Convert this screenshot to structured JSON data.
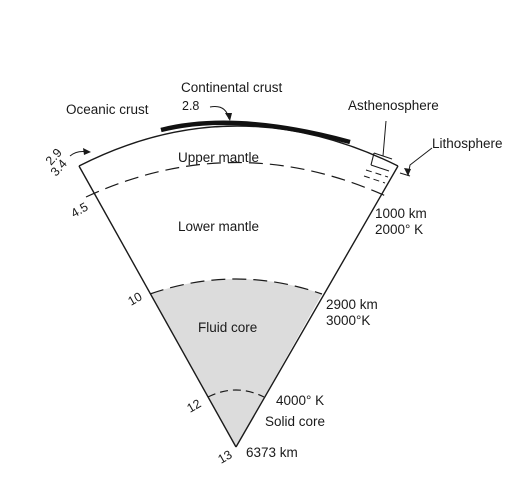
{
  "labels": {
    "continental_crust": "Continental crust",
    "continental_density": "2.8",
    "oceanic_crust": "Oceanic crust",
    "asthenosphere": "Asthenosphere",
    "lithosphere": "Lithosphere",
    "upper_mantle": "Upper mantle",
    "lower_mantle": "Lower mantle",
    "fluid_core": "Fluid core",
    "solid_core": "Solid core"
  },
  "densities": {
    "d29": "2.9",
    "d34": "3.4",
    "d45": "4.5",
    "d10": "10",
    "d12": "12",
    "d13": "13"
  },
  "boundaries": {
    "b1000_depth": "1000 km",
    "b1000_temp": "2000° K",
    "b2900_depth": "2900 km",
    "b2900_temp": "3000°K",
    "inner_temp": "4000° K",
    "center_depth": "6373 km"
  },
  "colors": {
    "line": "#1a1a1a",
    "core_fill": "#dcdcdc"
  }
}
